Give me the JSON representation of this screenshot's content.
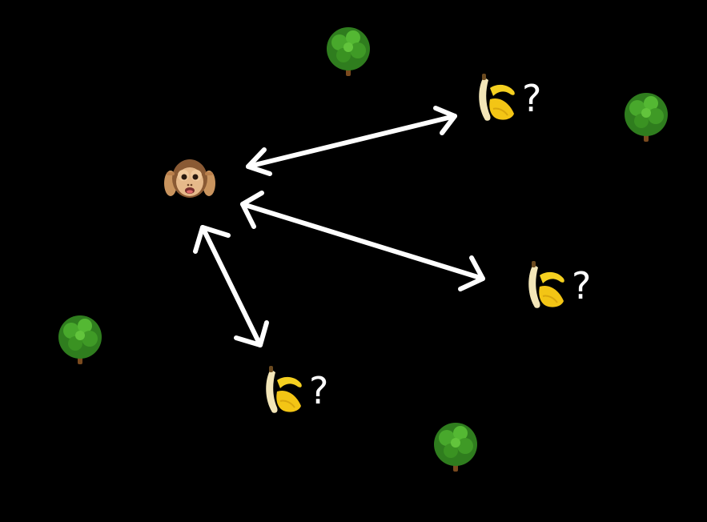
{
  "colors": {
    "background": "#000000",
    "arrow": "#ffffff",
    "question_mark": "#ffffff"
  },
  "icons": {
    "monkey": "see-no-evil-monkey-icon",
    "banana": "banana-icon",
    "tree": "tree-icon"
  },
  "bananas": [
    {
      "label": "?"
    },
    {
      "label": "?"
    },
    {
      "label": "?"
    }
  ],
  "connections": [
    {
      "from": "monkey",
      "to": "banana-1",
      "style": "double-headed"
    },
    {
      "from": "monkey",
      "to": "banana-2",
      "style": "double-headed"
    },
    {
      "from": "monkey",
      "to": "banana-3",
      "style": "double-headed"
    }
  ]
}
